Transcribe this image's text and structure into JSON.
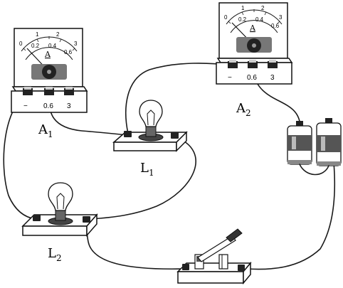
{
  "ammeter_a1": {
    "label": "A",
    "label_sub": "1",
    "face_unit": "A",
    "top_scale": [
      "0",
      "1",
      "2",
      "3"
    ],
    "bottom_scale": [
      "0.2",
      "0.4",
      "0.6"
    ],
    "terminals": [
      "−",
      "0.6",
      "3"
    ]
  },
  "ammeter_a2": {
    "label": "A",
    "label_sub": "2",
    "face_unit": "A",
    "top_scale": [
      "0",
      "1",
      "2",
      "3"
    ],
    "bottom_scale": [
      "0.2",
      "0.4",
      "0.6"
    ],
    "terminals": [
      "−",
      "0.6",
      "3"
    ]
  },
  "lamp_l1": {
    "label": "L",
    "label_sub": "1"
  },
  "lamp_l2": {
    "label": "L",
    "label_sub": "2"
  }
}
